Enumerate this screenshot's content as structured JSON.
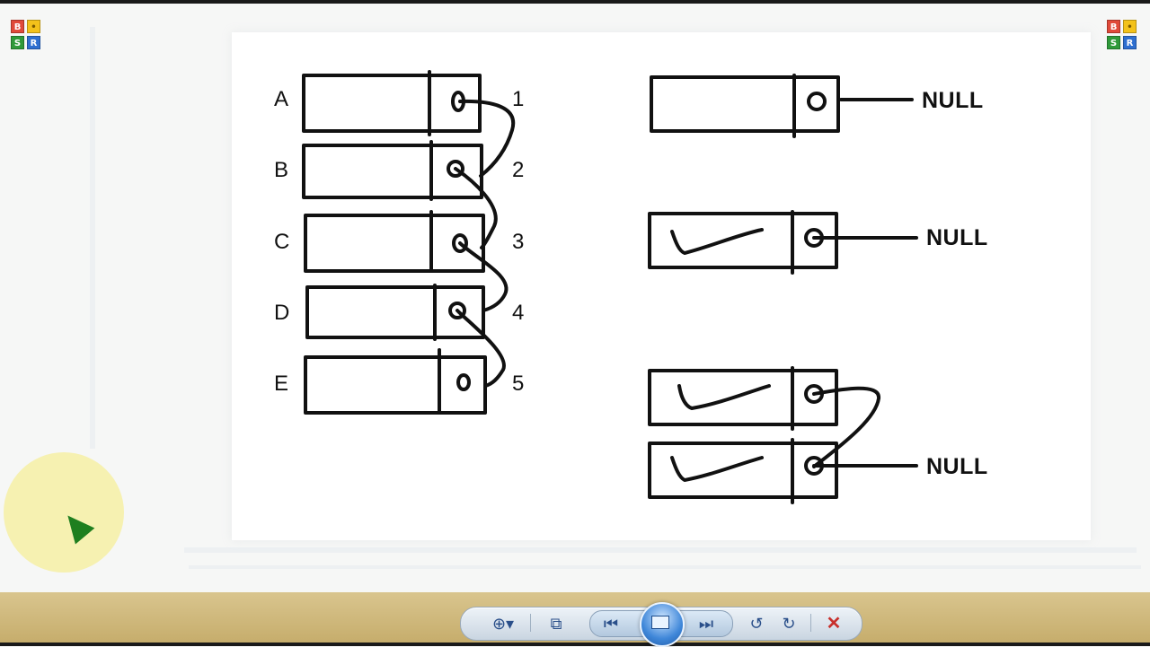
{
  "diagram": {
    "row_labels": [
      "A",
      "B",
      "C",
      "D",
      "E"
    ],
    "pointer_numbers": [
      "1",
      "2",
      "3",
      "4",
      "5"
    ],
    "null_label": "NULL"
  },
  "badges": {
    "b": "B",
    "s": "S",
    "r": "R",
    "y": "•"
  },
  "toolbar": {
    "icons": [
      "zoom-icon",
      "fit-screen-icon",
      "previous-icon",
      "slideshow-icon",
      "next-icon",
      "rotate-left-icon",
      "rotate-right-icon",
      "delete-icon"
    ]
  }
}
